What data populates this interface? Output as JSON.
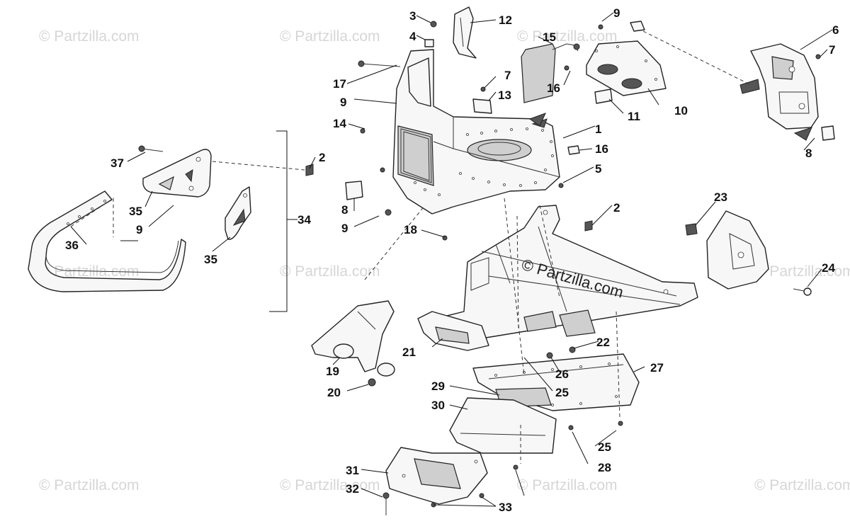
{
  "watermark": {
    "text": "© Partzilla.com",
    "center_text": "© Partzilla.com"
  },
  "callouts": [
    {
      "label": "1"
    },
    {
      "label": "2"
    },
    {
      "label": "2"
    },
    {
      "label": "3"
    },
    {
      "label": "4"
    },
    {
      "label": "5"
    },
    {
      "label": "6"
    },
    {
      "label": "7"
    },
    {
      "label": "7"
    },
    {
      "label": "8"
    },
    {
      "label": "8"
    },
    {
      "label": "9"
    },
    {
      "label": "9"
    },
    {
      "label": "9"
    },
    {
      "label": "9"
    },
    {
      "label": "10"
    },
    {
      "label": "11"
    },
    {
      "label": "12"
    },
    {
      "label": "13"
    },
    {
      "label": "14"
    },
    {
      "label": "15"
    },
    {
      "label": "16"
    },
    {
      "label": "16"
    },
    {
      "label": "17"
    },
    {
      "label": "18"
    },
    {
      "label": "19"
    },
    {
      "label": "20"
    },
    {
      "label": "21"
    },
    {
      "label": "22"
    },
    {
      "label": "23"
    },
    {
      "label": "24"
    },
    {
      "label": "25"
    },
    {
      "label": "25"
    },
    {
      "label": "26"
    },
    {
      "label": "27"
    },
    {
      "label": "28"
    },
    {
      "label": "29"
    },
    {
      "label": "30"
    },
    {
      "label": "31"
    },
    {
      "label": "32"
    },
    {
      "label": "33"
    },
    {
      "label": "34"
    },
    {
      "label": "35"
    },
    {
      "label": "35"
    },
    {
      "label": "36"
    },
    {
      "label": "37"
    }
  ]
}
